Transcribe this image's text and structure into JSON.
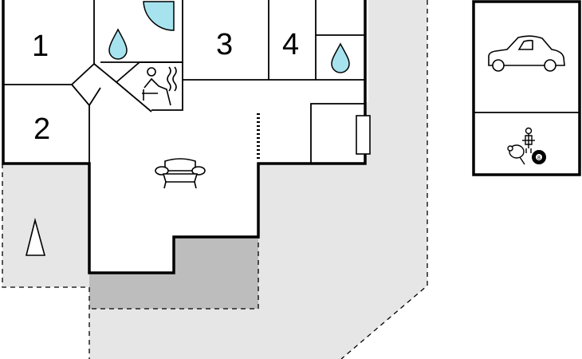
{
  "rooms": {
    "r1": "1",
    "r2": "2",
    "r3": "3",
    "r4": "4"
  },
  "icons": {
    "bathroom_1": "water-drop-icon",
    "bathroom_2": "water-drop-icon",
    "shower": "shower-icon",
    "sauna": "sauna-icon",
    "living_room": "sofa-icon",
    "garage": "car-icon",
    "games": "table-football-icon",
    "table_tennis": "table-tennis-icon",
    "billiards": "billiard-ball-icon",
    "outdoor": "tent-icon",
    "stairs": "stairs-icon",
    "fireplace": "fireplace-icon",
    "billiard_ball_number": "8"
  },
  "colors": {
    "wall": "#000000",
    "water": "#a6e3ee",
    "terrace": "#e6e6e6",
    "covered_terrace": "#bdbdbd",
    "background": "#ffffff"
  }
}
